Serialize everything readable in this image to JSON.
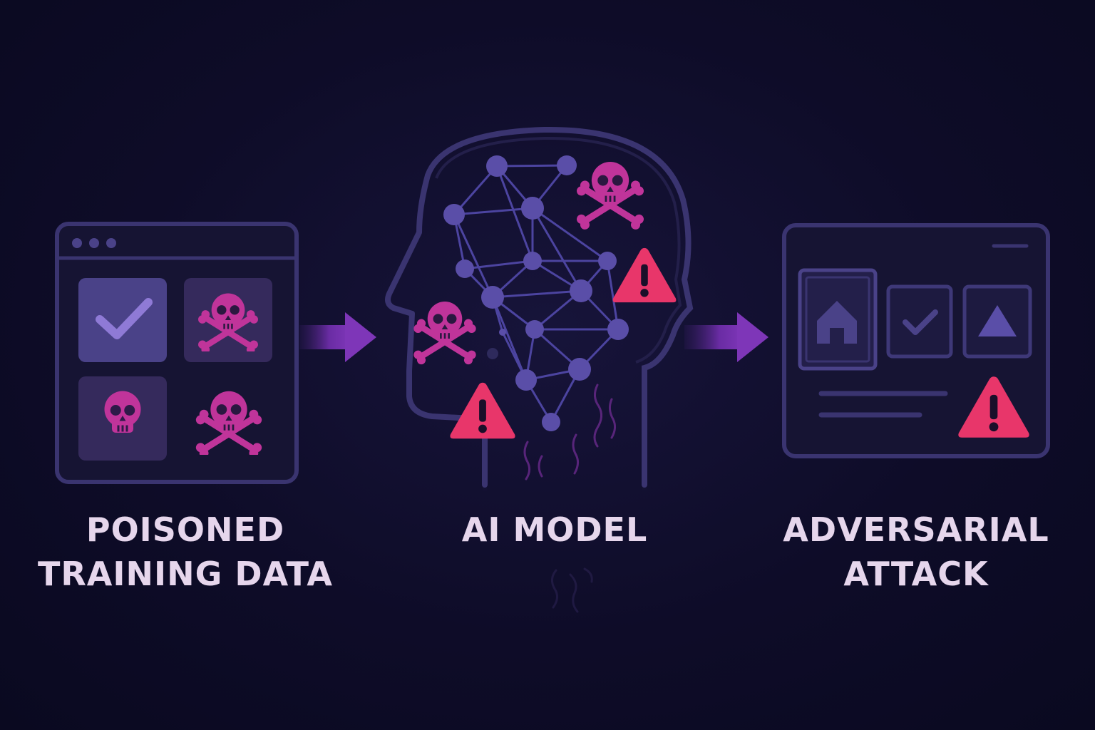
{
  "stages": [
    {
      "id": "poisoned-data",
      "title_lines": [
        "POISONED",
        "TRAINING DATA"
      ]
    },
    {
      "id": "ai-model",
      "title_lines": [
        "AI MODEL"
      ]
    },
    {
      "id": "adversarial-attack",
      "title_lines": [
        "ADVERSARIAL",
        "ATTACK"
      ]
    }
  ],
  "flow": [
    "poisoned-data",
    "ai-model",
    "adversarial-attack"
  ],
  "icons": {
    "data_panel": [
      "check-icon",
      "skull-icon",
      "skull-icon",
      "skull-crossbones-icon"
    ],
    "model_head": [
      "neural-network-icon",
      "skull-crossbones-icon",
      "skull-crossbones-icon",
      "warning-icon",
      "warning-icon"
    ],
    "attack_panel": [
      "home-icon",
      "check-icon",
      "triangle-icon",
      "warning-icon"
    ]
  },
  "colors": {
    "background": "#0c0b24",
    "panel_stroke": "#3a3470",
    "node": "#5a4ea8",
    "skull": "#c0349a",
    "warning": "#e8366a",
    "arrow": "#7a34b4",
    "label": "#e6d6ec"
  }
}
